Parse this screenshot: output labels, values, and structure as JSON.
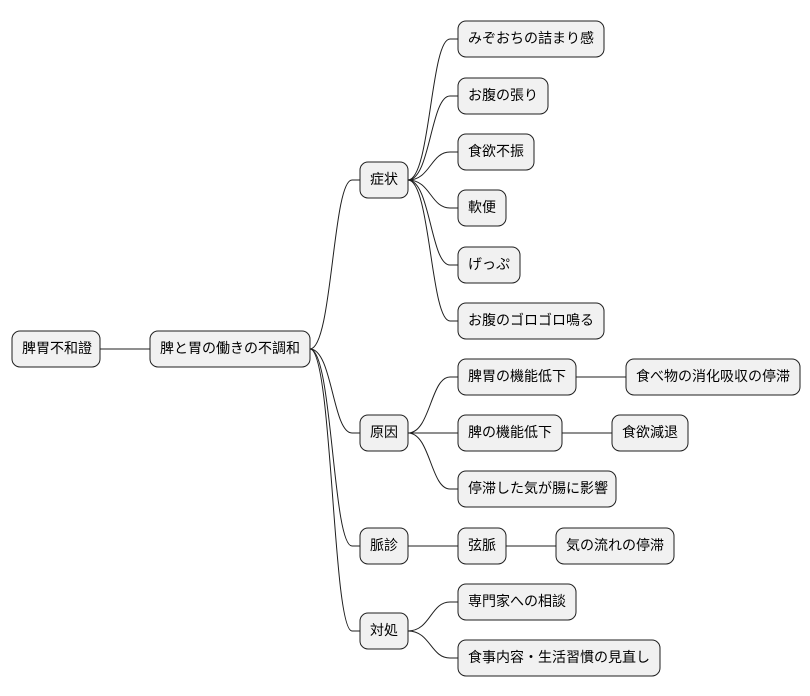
{
  "root": {
    "label": "脾胃不和證",
    "children": [
      {
        "label": "脾と胃の働きの不調和",
        "children": [
          {
            "label": "症状",
            "children": [
              {
                "label": "みぞおちの詰まり感"
              },
              {
                "label": "お腹の張り"
              },
              {
                "label": "食欲不振"
              },
              {
                "label": "軟便"
              },
              {
                "label": "げっぷ"
              },
              {
                "label": "お腹のゴロゴロ鳴る"
              }
            ]
          },
          {
            "label": "原因",
            "children": [
              {
                "label": "脾胃の機能低下",
                "children": [
                  {
                    "label": "食べ物の消化吸収の停滞"
                  }
                ]
              },
              {
                "label": "脾の機能低下",
                "children": [
                  {
                    "label": "食欲減退"
                  }
                ]
              },
              {
                "label": "停滞した気が腸に影響"
              }
            ]
          },
          {
            "label": "脈診",
            "children": [
              {
                "label": "弦脈",
                "children": [
                  {
                    "label": "気の流れの停滞"
                  }
                ]
              }
            ]
          },
          {
            "label": "対処",
            "children": [
              {
                "label": "専門家への相談"
              },
              {
                "label": "食事内容・生活習慣の見直し"
              }
            ]
          }
        ]
      }
    ]
  }
}
